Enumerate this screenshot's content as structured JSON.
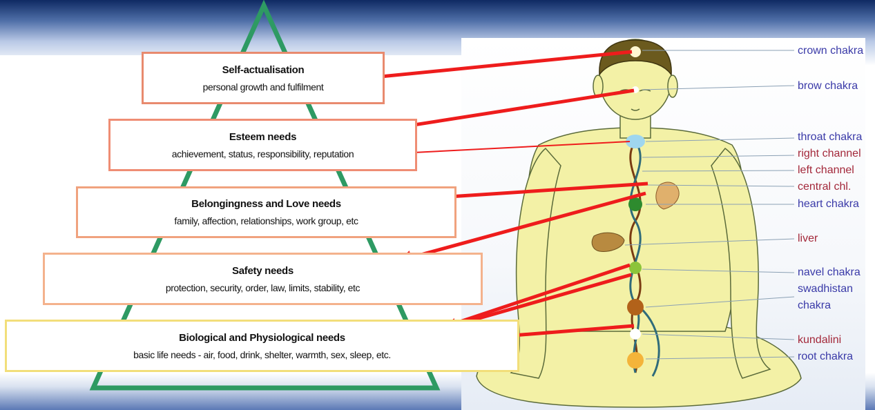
{
  "pyramid": {
    "levels": [
      {
        "title": "Self-actualisation",
        "desc": "personal growth and fulfilment"
      },
      {
        "title": "Esteem needs",
        "desc": "achievement, status, responsibility, reputation"
      },
      {
        "title": "Belongingness and Love needs",
        "desc": "family, affection, relationships, work group, etc"
      },
      {
        "title": "Safety needs",
        "desc": "protection, security, order, law, limits, stability, etc"
      },
      {
        "title": "Biological and Physiological needs",
        "desc": "basic life needs - air, food, drink, shelter, warmth, sex, sleep, etc."
      }
    ]
  },
  "chakra_labels": [
    {
      "text": "crown chakra",
      "color": "#3a3aa8"
    },
    {
      "text": "brow chakra",
      "color": "#3a3aa8"
    },
    {
      "text": "throat chakra",
      "color": "#3a3aa8"
    },
    {
      "text": "right channel",
      "color": "#a3283a"
    },
    {
      "text": "left channel",
      "color": "#a3283a"
    },
    {
      "text": "central chl.",
      "color": "#a3283a"
    },
    {
      "text": "heart chakra",
      "color": "#3a3aa8"
    },
    {
      "text": "liver",
      "color": "#a3283a"
    },
    {
      "text": "navel chakra",
      "color": "#3a3aa8"
    },
    {
      "text": "swadhistan",
      "color": "#3a3aa8"
    },
    {
      "text": "chakra",
      "color": "#3a3aa8"
    },
    {
      "text": "kundalini",
      "color": "#a3283a"
    },
    {
      "text": "root chakra",
      "color": "#3a3aa8"
    }
  ],
  "colors": {
    "pyramid_outline": "#2e9a63",
    "arrow": "#ee1c1c",
    "body_fill": "#f3f1a6"
  }
}
